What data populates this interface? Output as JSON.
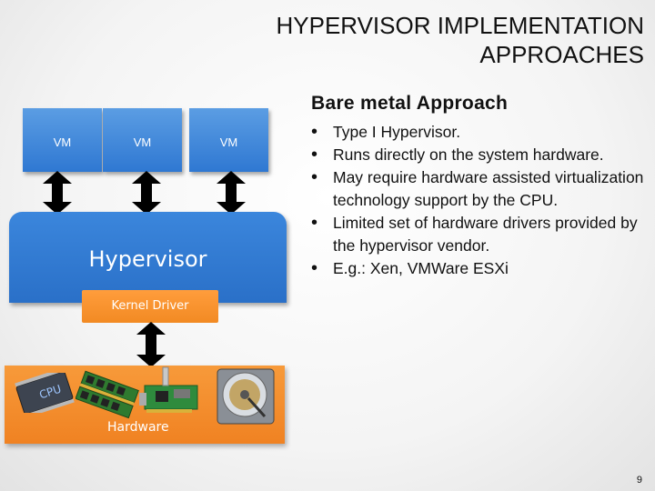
{
  "title": {
    "line1": "HYPERVISOR IMPLEMENTATION",
    "line2": "APPROACHES"
  },
  "subtitle": "Bare metal Approach",
  "bullets": [
    {
      "text": "Type I Hypervisor."
    },
    {
      "text": "Runs directly on the system hardware."
    },
    {
      "text": "May require hardware assisted virtualization technology support by the CPU."
    },
    {
      "text": "Limited set of hardware drivers provided by the hypervisor vendor."
    },
    {
      "text": "E.g.: Xen, VMWare ESXi"
    }
  ],
  "diagram": {
    "vms": [
      "VM",
      "VM",
      "VM"
    ],
    "hypervisor": "Hypervisor",
    "kernel_driver": "Kernel Driver",
    "hardware": "Hardware",
    "cpu_chip_text": "CPU",
    "colors": {
      "vm_blue": "#3a84d9",
      "hypervisor_blue": "#2f78d2",
      "orange": "#f28a23"
    }
  },
  "page_number": "9"
}
